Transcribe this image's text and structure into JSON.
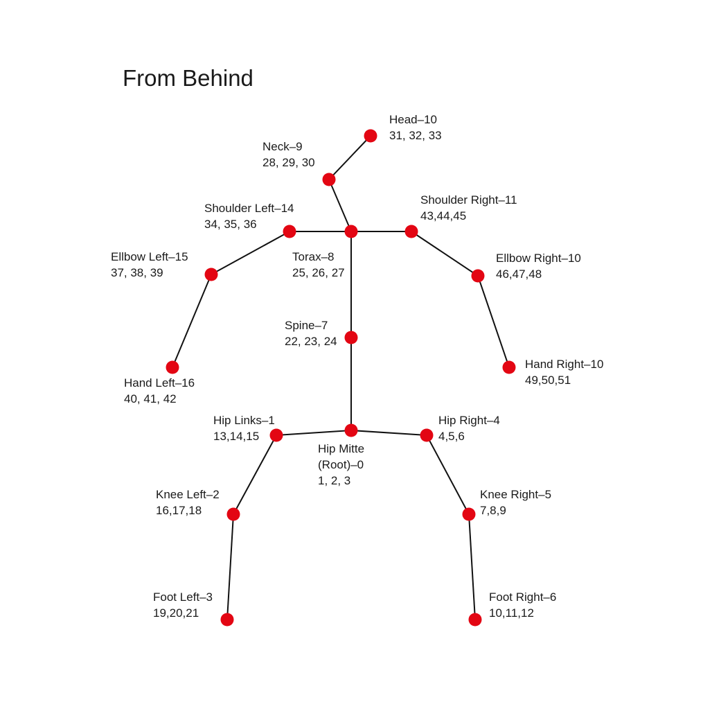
{
  "title": "From Behind",
  "colors": {
    "joint": "#e30613",
    "bone": "#111111",
    "text": "#1a1a1a"
  },
  "joints": [
    {
      "id": "head",
      "lines": [
        "Head–10",
        "31, 32, 33"
      ]
    },
    {
      "id": "neck",
      "lines": [
        "Neck–9",
        "28, 29, 30"
      ]
    },
    {
      "id": "torax",
      "lines": [
        "Torax–8",
        "25, 26, 27"
      ]
    },
    {
      "id": "shoulder-left",
      "lines": [
        "Shoulder Left–14",
        "34, 35, 36"
      ]
    },
    {
      "id": "shoulder-right",
      "lines": [
        "Shoulder Right–11",
        "43,44,45"
      ]
    },
    {
      "id": "elbow-left",
      "lines": [
        "Ellbow Left–15",
        "37, 38, 39"
      ]
    },
    {
      "id": "elbow-right",
      "lines": [
        "Ellbow Right–10",
        "46,47,48"
      ]
    },
    {
      "id": "hand-left",
      "lines": [
        "Hand Left–16",
        "40, 41, 42"
      ]
    },
    {
      "id": "hand-right",
      "lines": [
        "Hand Right–10",
        "49,50,51"
      ]
    },
    {
      "id": "spine",
      "lines": [
        "Spine–7",
        "22, 23, 24"
      ]
    },
    {
      "id": "hip-mitte",
      "lines": [
        "Hip Mitte",
        "(Root)–0",
        "1, 2, 3"
      ]
    },
    {
      "id": "hip-left",
      "lines": [
        "Hip Links–1",
        "13,14,15"
      ]
    },
    {
      "id": "hip-right",
      "lines": [
        "Hip Right–4",
        "4,5,6"
      ]
    },
    {
      "id": "knee-left",
      "lines": [
        "Knee Left–2",
        "16,17,18"
      ]
    },
    {
      "id": "knee-right",
      "lines": [
        "Knee Right–5",
        "7,8,9"
      ]
    },
    {
      "id": "foot-left",
      "lines": [
        "Foot Left–3",
        "19,20,21"
      ]
    },
    {
      "id": "foot-right",
      "lines": [
        "Foot Right–6",
        "10,11,12"
      ]
    }
  ],
  "bones": [
    [
      "head",
      "neck"
    ],
    [
      "neck",
      "torax"
    ],
    [
      "torax",
      "shoulder-left"
    ],
    [
      "torax",
      "shoulder-right"
    ],
    [
      "shoulder-left",
      "elbow-left"
    ],
    [
      "elbow-left",
      "hand-left"
    ],
    [
      "shoulder-right",
      "elbow-right"
    ],
    [
      "elbow-right",
      "hand-right"
    ],
    [
      "torax",
      "spine"
    ],
    [
      "spine",
      "hip-mitte"
    ],
    [
      "hip-mitte",
      "hip-left"
    ],
    [
      "hip-mitte",
      "hip-right"
    ],
    [
      "hip-left",
      "knee-left"
    ],
    [
      "knee-left",
      "foot-left"
    ],
    [
      "hip-right",
      "knee-right"
    ],
    [
      "knee-right",
      "foot-right"
    ]
  ]
}
